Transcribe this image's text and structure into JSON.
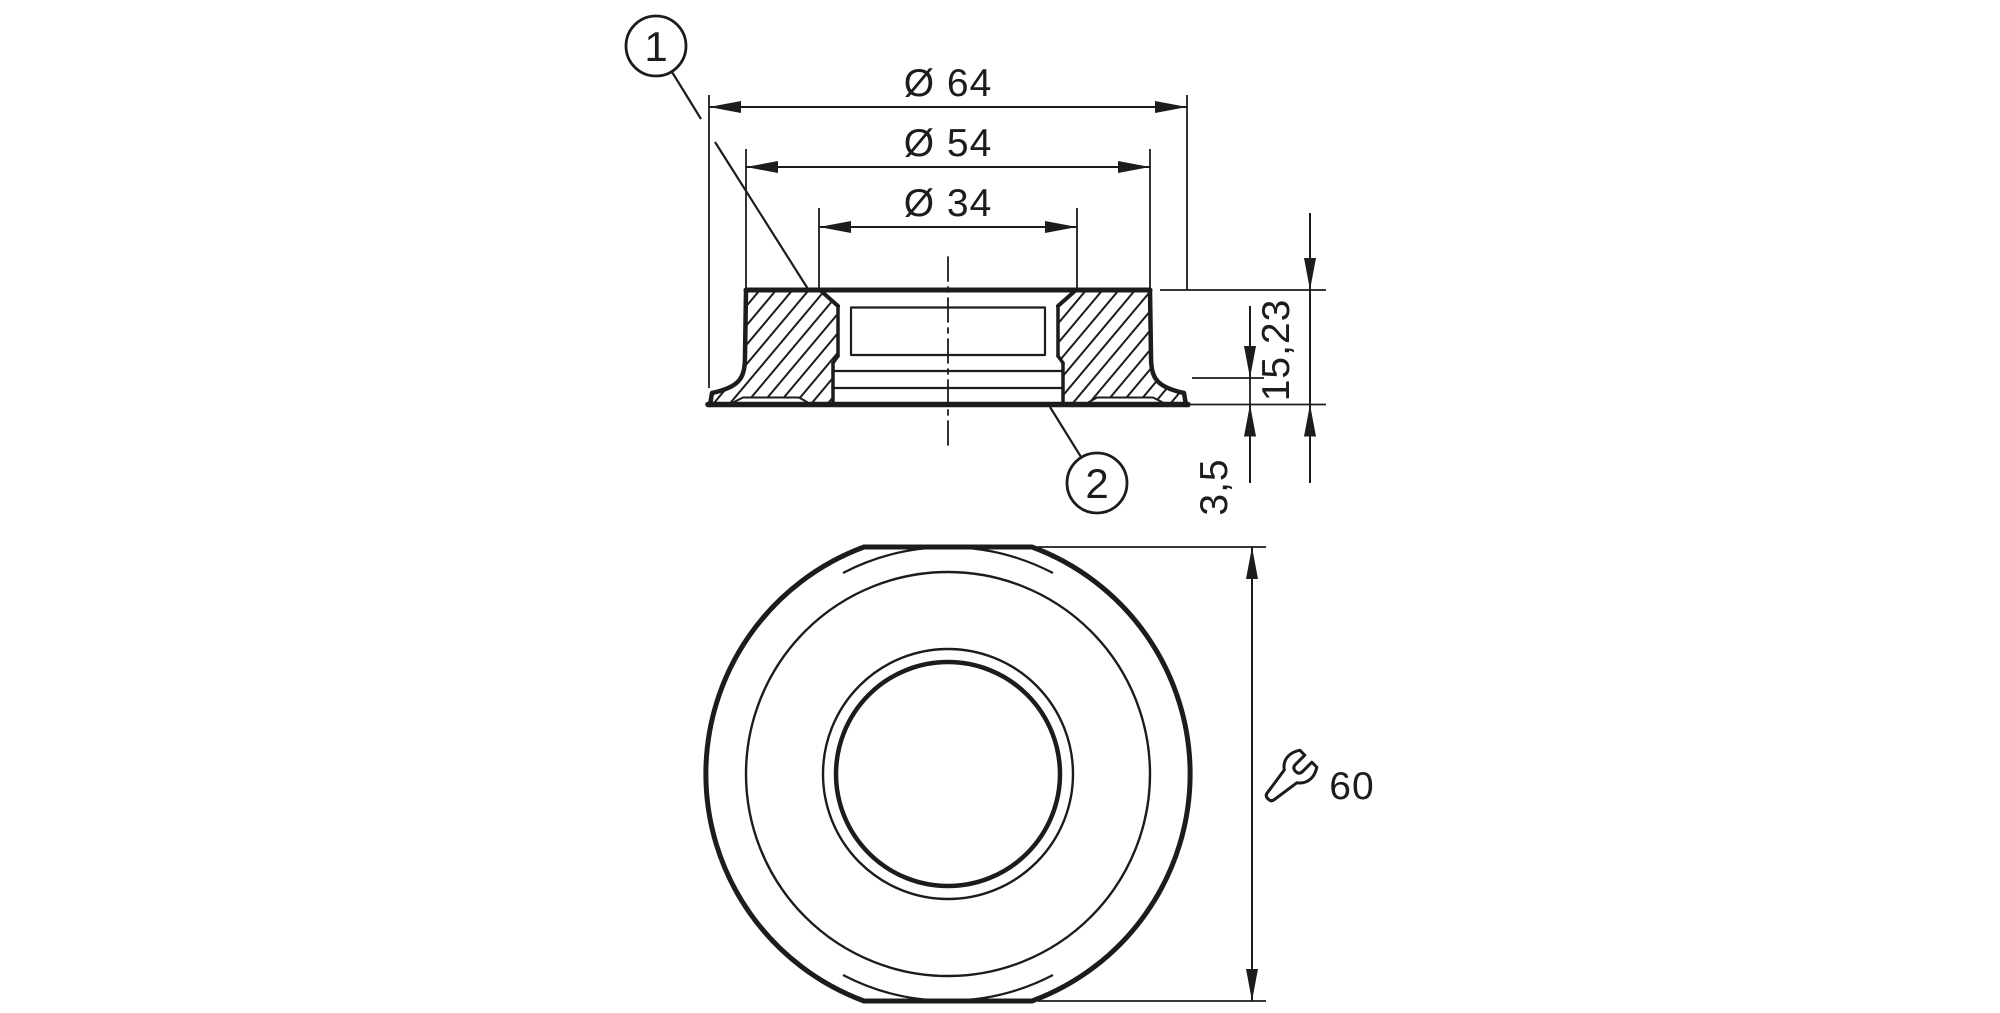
{
  "drawing": {
    "title": "mounting-nut-technical-drawing",
    "background_color": "#ffffff",
    "line_color": "#1c1c1c",
    "views": {
      "section_view": "cross-section with hatching",
      "front_view": "round nut with two wrench flats"
    },
    "callouts": {
      "c1": "1",
      "c2": "2"
    },
    "dimensions": {
      "outer_diameter": "Ø 64",
      "body_diameter": "Ø 54",
      "bore_diameter": "Ø 34",
      "total_height": "15,23",
      "flange_thickness": "3,5",
      "wrench_size": "60"
    },
    "icons": {
      "wrench_size": "wrench-icon"
    }
  }
}
